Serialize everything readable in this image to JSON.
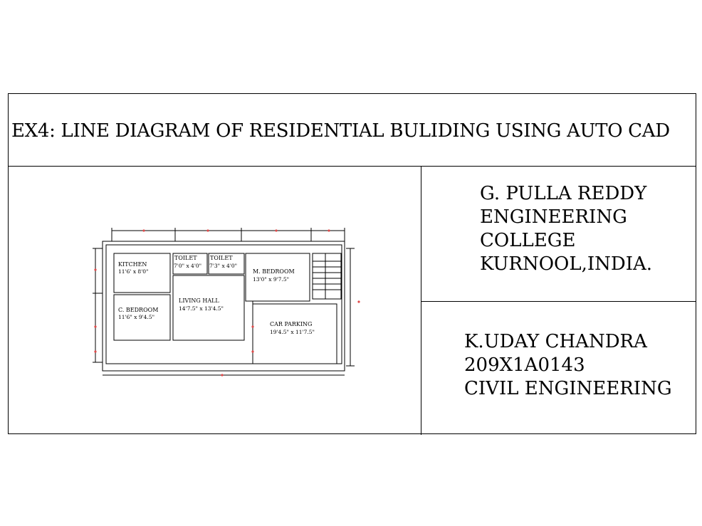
{
  "title": "EX4: LINE DIAGRAM OF RESIDENTIAL BULIDING USING AUTO CAD",
  "college": {
    "lines": [
      "G. PULLA REDDY",
      "ENGINEERING",
      "COLLEGE",
      "KURNOOL,INDIA."
    ]
  },
  "student": {
    "name": "K.UDAY CHANDRA",
    "roll_no": "209X1A0143",
    "department": "CIVIL ENGINEERING"
  },
  "plan": {
    "rooms": {
      "kitchen": {
        "name": "KITCHEN",
        "size": "11'6' x 8'0\""
      },
      "toilet1": {
        "name": "TOILET",
        "size": "7'0\" x 4'0\""
      },
      "toilet2": {
        "name": "TOILET",
        "size": "7'3\" x 4'0\""
      },
      "master_bedroom": {
        "name": "M. BEDROOM",
        "size": "13'0\" x 9'7.5\""
      },
      "children_bedroom": {
        "name": "C. BEDROOM",
        "size": "11'6\" x 9'4.5\""
      },
      "living_hall": {
        "name": "LIVING HALL",
        "size": "14'7.5\" x 13'4.5\""
      },
      "car_parking": {
        "name": "CAR PARKING",
        "size": "19'4.5\" x 11'7.5\""
      }
    },
    "accent_color": "#e04a4a"
  }
}
